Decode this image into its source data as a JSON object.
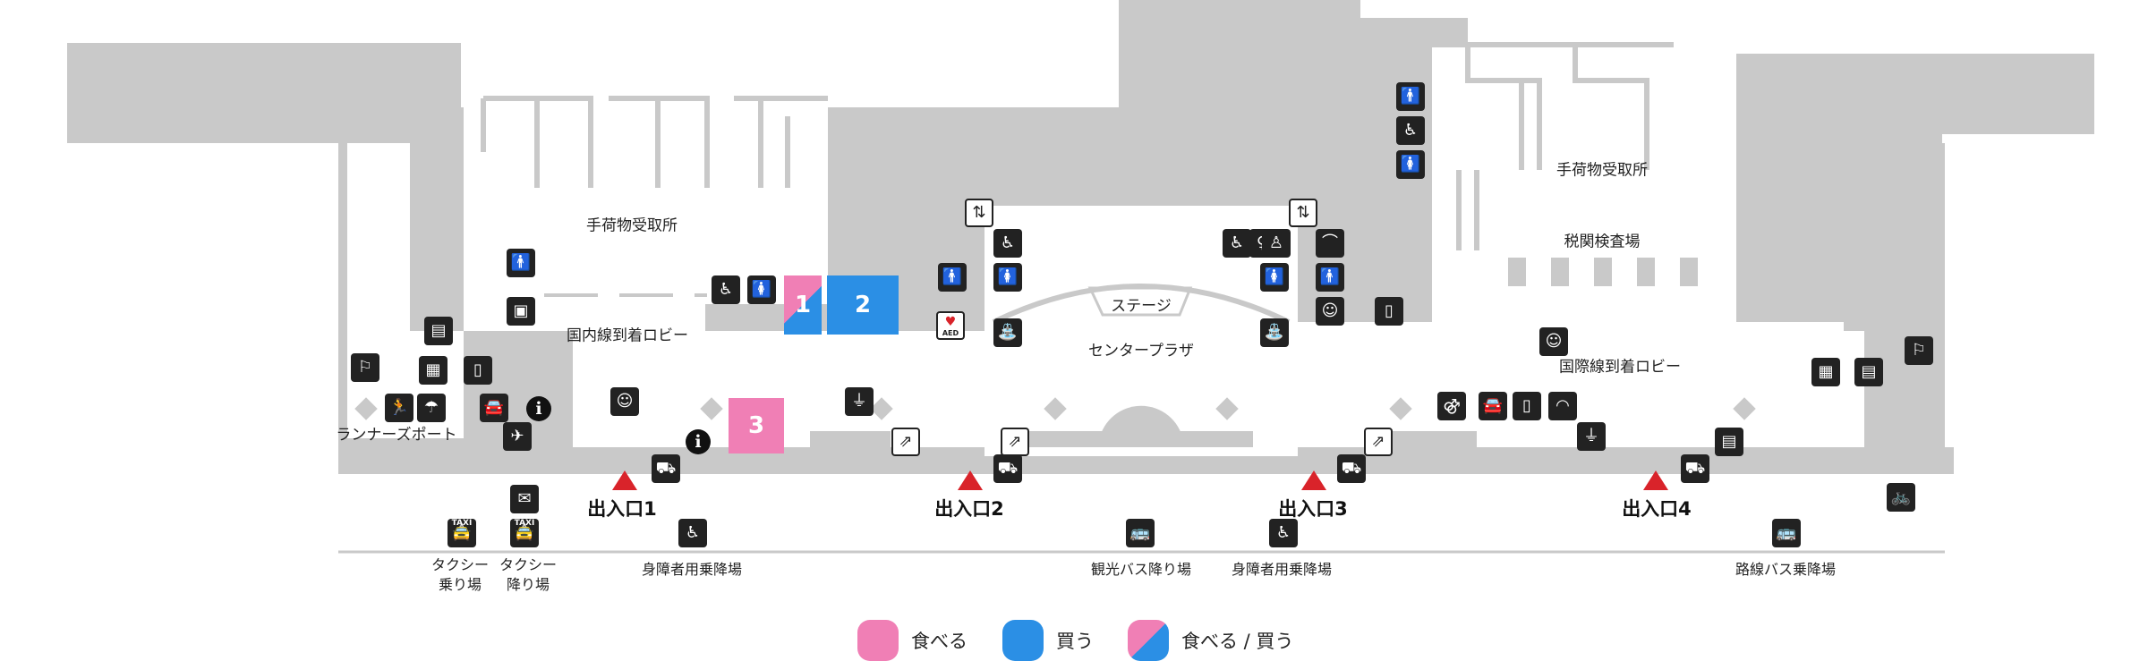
{
  "colors": {
    "floor": "#c9c9c9",
    "wall": "#ffffff",
    "eat": "#f07fb5",
    "buy": "#2b8fe5",
    "exit_marker": "#d9232a",
    "icon_bg": "#222222"
  },
  "areas": {
    "baggage_claim_domestic": "手荷物受取所",
    "baggage_claim_intl": "手荷物受取所",
    "customs": "税関検査場",
    "domestic_arrival_lobby": "国内線到着ロビー",
    "intl_arrival_lobby": "国際線到着ロビー",
    "center_plaza": "センタープラザ",
    "stage": "ステージ",
    "runners_port": "ランナーズポート"
  },
  "shops": [
    {
      "number": "1",
      "category": "eat-buy"
    },
    {
      "number": "2",
      "category": "buy"
    },
    {
      "number": "3",
      "category": "eat"
    }
  ],
  "exits": [
    {
      "label": "出入口1"
    },
    {
      "label": "出入口2"
    },
    {
      "label": "出入口3"
    },
    {
      "label": "出入口4"
    }
  ],
  "bottom_labels": {
    "taxi_stand": "タクシー\n乗り場",
    "taxi_dropoff": "タクシー\n降り場",
    "accessible_pickup_1": "身障者用乗降場",
    "tour_bus_dropoff": "観光バス降り場",
    "accessible_pickup_2": "身障者用乗降場",
    "route_bus_stand": "路線バス乗降場"
  },
  "icon_texts": {
    "taxi": "TAXI",
    "aed": "AED",
    "info": "i"
  },
  "legend": [
    {
      "label": "食べる",
      "category": "eat"
    },
    {
      "label": "買う",
      "category": "buy"
    },
    {
      "label": "食べる / 買う",
      "category": "eat-buy"
    }
  ]
}
